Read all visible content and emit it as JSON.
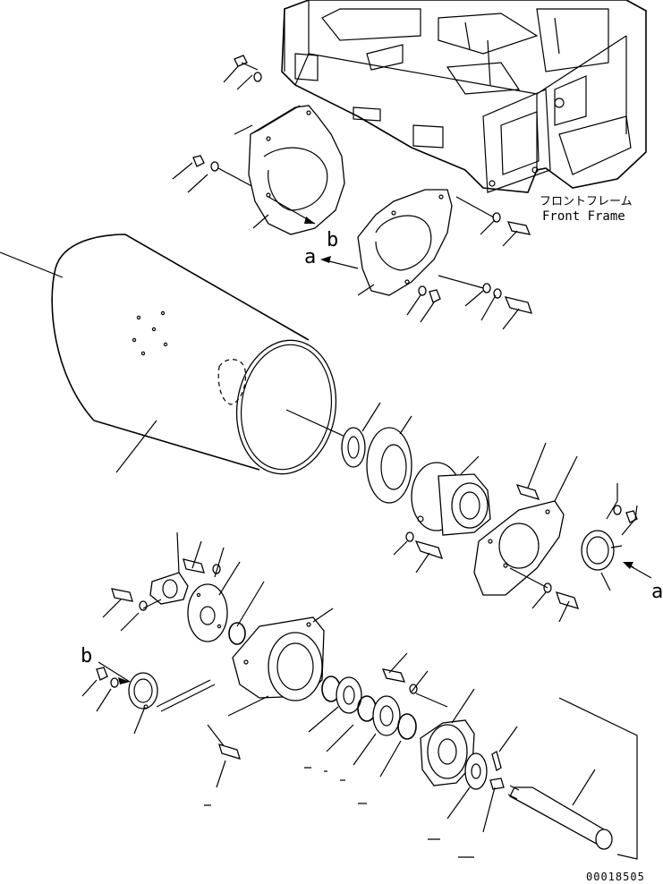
{
  "callouts": {
    "front_frame_jp": "フロントフレーム",
    "front_frame_en": "Front Frame",
    "ref_a": "a",
    "ref_b": "b"
  },
  "drawing_number": "00018505"
}
